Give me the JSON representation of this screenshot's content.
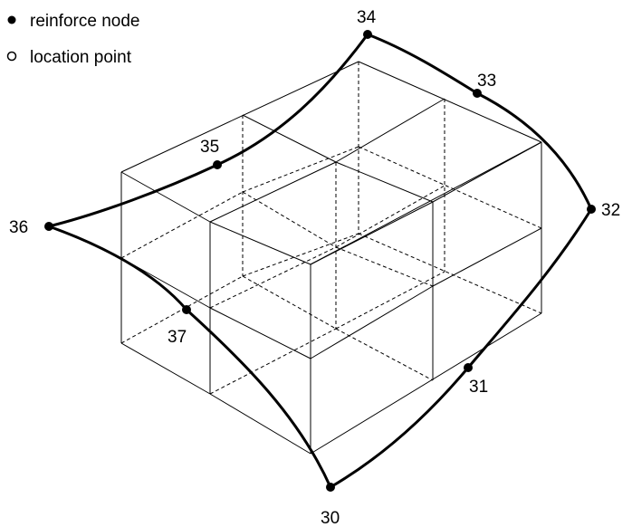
{
  "legend": {
    "reinforce_node_label": "reinforce node",
    "location_point_label": "location point"
  },
  "nodes": [
    {
      "id": "30",
      "label": "30"
    },
    {
      "id": "31",
      "label": "31"
    },
    {
      "id": "32",
      "label": "32"
    },
    {
      "id": "33",
      "label": "33"
    },
    {
      "id": "34",
      "label": "34"
    },
    {
      "id": "35",
      "label": "35"
    },
    {
      "id": "36",
      "label": "36"
    },
    {
      "id": "37",
      "label": "37"
    }
  ],
  "colors": {
    "ink": "#000000",
    "background": "#ffffff"
  }
}
